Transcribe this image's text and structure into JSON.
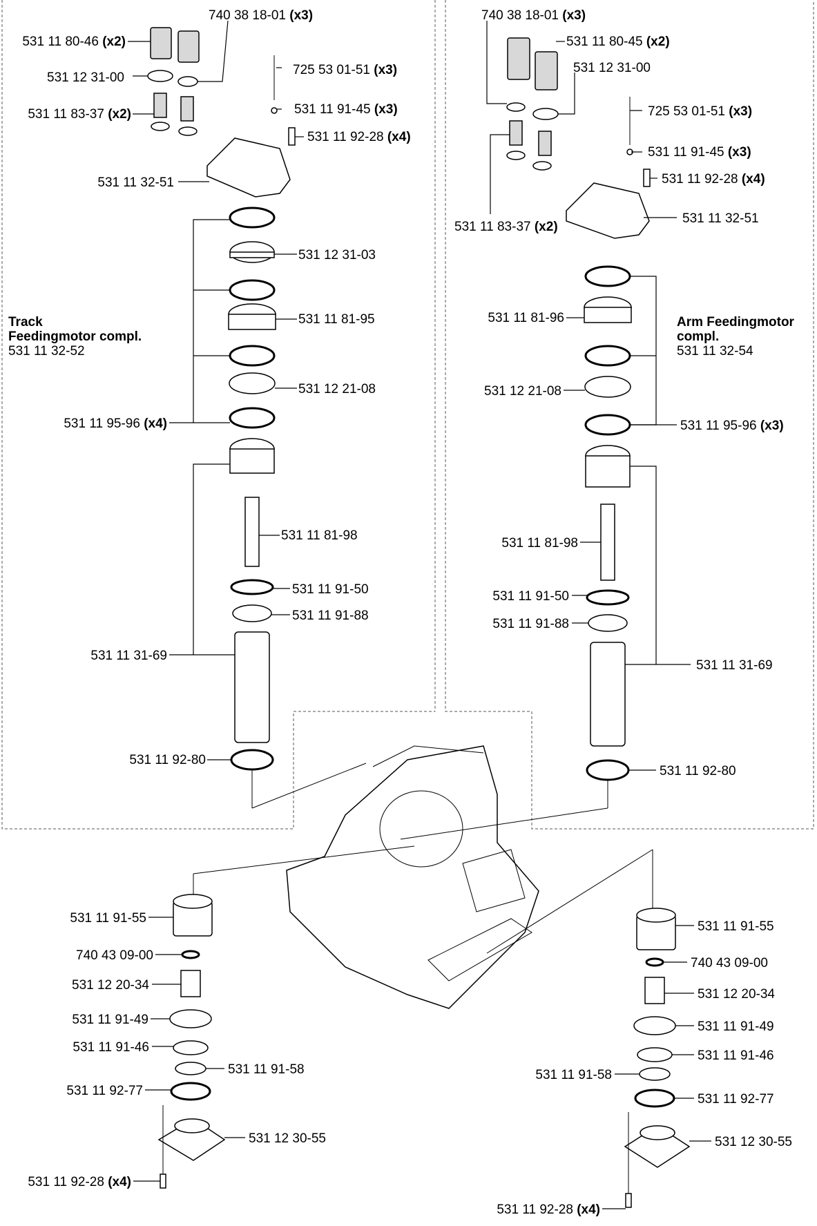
{
  "assemblies": {
    "track": {
      "title_1": "Track",
      "title_2": "Feedingmotor compl.",
      "number": "531 11 32-52"
    },
    "arm": {
      "title_1": "Arm Feedingmotor",
      "title_2": "compl.",
      "number": "531 11 32-54"
    }
  },
  "labels": {
    "L1": {
      "pn": "531 11 80-46",
      "qty": "(x2)"
    },
    "L2": {
      "pn": "740 38 18-01",
      "qty": "(x3)"
    },
    "L3": {
      "pn": "531 12 31-00",
      "qty": ""
    },
    "L4": {
      "pn": "725 53 01-51",
      "qty": "(x3)"
    },
    "L5": {
      "pn": "531 11 83-37",
      "qty": "(x2)"
    },
    "L6": {
      "pn": "531 11 91-45",
      "qty": "(x3)"
    },
    "L7": {
      "pn": "531 11 92-28",
      "qty": "(x4)"
    },
    "L8": {
      "pn": "531 11 32-51",
      "qty": ""
    },
    "L9": {
      "pn": "531 12 31-03",
      "qty": ""
    },
    "L10": {
      "pn": "531 11 81-95",
      "qty": ""
    },
    "L11": {
      "pn": "531 12 21-08",
      "qty": ""
    },
    "L12": {
      "pn": "531 11 95-96",
      "qty": "(x4)"
    },
    "L13": {
      "pn": "531 11 81-98",
      "qty": ""
    },
    "L14": {
      "pn": "531 11 91-50",
      "qty": ""
    },
    "L15": {
      "pn": "531 11 91-88",
      "qty": ""
    },
    "L16": {
      "pn": "531 11 31-69",
      "qty": ""
    },
    "L17": {
      "pn": "531 11 92-80",
      "qty": ""
    },
    "R1": {
      "pn": "740 38 18-01",
      "qty": "(x3)"
    },
    "R2": {
      "pn": "531 11 80-45",
      "qty": "(x2)"
    },
    "R3": {
      "pn": "531 12 31-00",
      "qty": ""
    },
    "R4": {
      "pn": "725 53 01-51",
      "qty": "(x3)"
    },
    "R5": {
      "pn": "531 11 91-45",
      "qty": "(x3)"
    },
    "R6": {
      "pn": "531 11 92-28",
      "qty": "(x4)"
    },
    "R7": {
      "pn": "531 11 83-37",
      "qty": "(x2)"
    },
    "R8": {
      "pn": "531 11 32-51",
      "qty": ""
    },
    "R9": {
      "pn": "531 11 81-96",
      "qty": ""
    },
    "R10": {
      "pn": "531 12 21-08",
      "qty": ""
    },
    "R11": {
      "pn": "531 11 95-96",
      "qty": "(x3)"
    },
    "R12": {
      "pn": "531 11 81-98",
      "qty": ""
    },
    "R13": {
      "pn": "531 11 91-50",
      "qty": ""
    },
    "R14": {
      "pn": "531 11 91-88",
      "qty": ""
    },
    "R15": {
      "pn": "531 11 31-69",
      "qty": ""
    },
    "R16": {
      "pn": "531 11 92-80",
      "qty": ""
    },
    "BL1": {
      "pn": "531 11 91-55",
      "qty": ""
    },
    "BL2": {
      "pn": "740 43 09-00",
      "qty": ""
    },
    "BL3": {
      "pn": "531 12 20-34",
      "qty": ""
    },
    "BL4": {
      "pn": "531 11 91-49",
      "qty": ""
    },
    "BL5": {
      "pn": "531 11 91-46",
      "qty": ""
    },
    "BL6": {
      "pn": "531 11 91-58",
      "qty": ""
    },
    "BL7": {
      "pn": "531 11 92-77",
      "qty": ""
    },
    "BL8": {
      "pn": "531 12 30-55",
      "qty": ""
    },
    "BL9": {
      "pn": "531 11 92-28",
      "qty": "(x4)"
    },
    "BR1": {
      "pn": "531 11 91-55",
      "qty": ""
    },
    "BR2": {
      "pn": "740 43 09-00",
      "qty": ""
    },
    "BR3": {
      "pn": "531 12 20-34",
      "qty": ""
    },
    "BR4": {
      "pn": "531 11 91-49",
      "qty": ""
    },
    "BR5": {
      "pn": "531 11 91-46",
      "qty": ""
    },
    "BR6": {
      "pn": "531 11 91-58",
      "qty": ""
    },
    "BR7": {
      "pn": "531 11 92-77",
      "qty": ""
    },
    "BR8": {
      "pn": "531 12 30-55",
      "qty": ""
    },
    "BR9": {
      "pn": "531 11 92-28",
      "qty": "(x4)"
    }
  }
}
